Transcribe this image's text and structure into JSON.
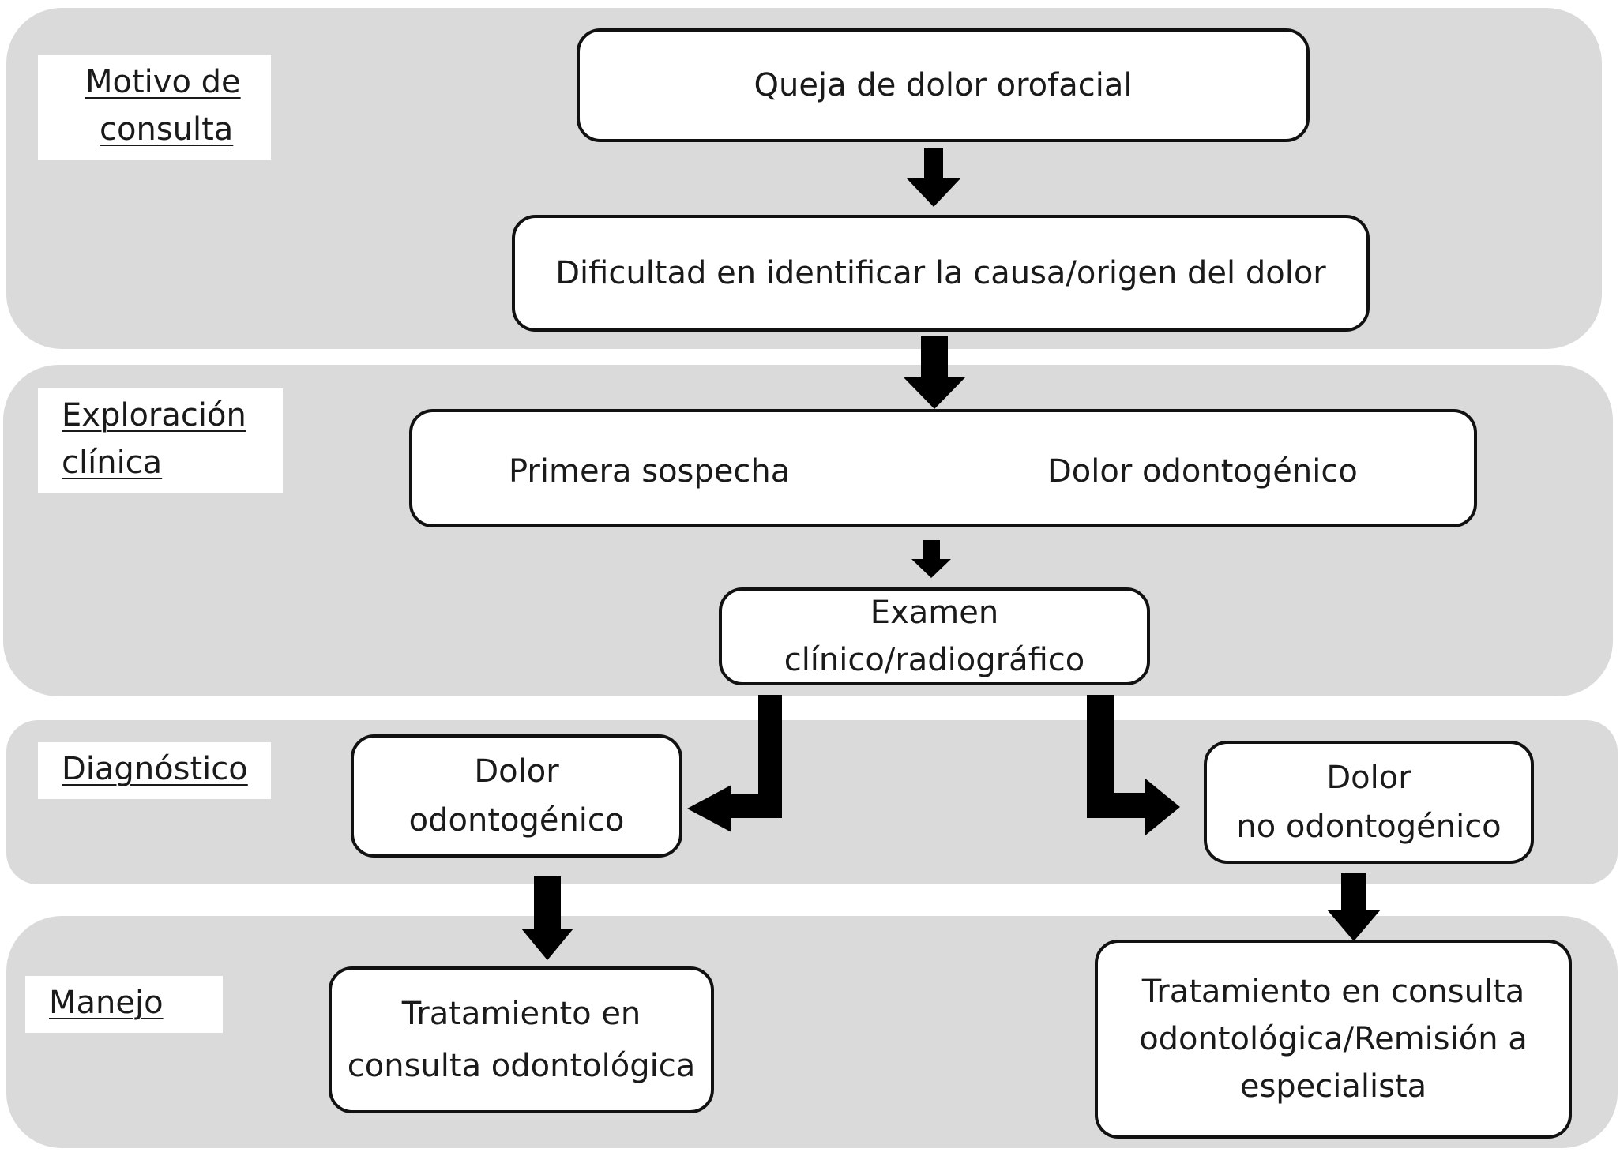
{
  "stages": {
    "motivo": {
      "line1": "Motivo de",
      "line2": "consulta"
    },
    "exploracion": {
      "line1": "Exploración",
      "line2": "clínica"
    },
    "diagnostico": {
      "line1": "Diagnóstico"
    },
    "manejo": {
      "line1": "Manejo"
    }
  },
  "nodes": {
    "queja": {
      "line1": "Queja de dolor orofacial"
    },
    "dificultad": {
      "line1": "Dificultad en identificar la causa/origen del dolor"
    },
    "primera_sospecha": "Primera sospecha",
    "dolor_odontogenico_sospecha": "Dolor odontogénico",
    "examen": {
      "line1": "Examen",
      "line2": "clínico/radiográfico"
    },
    "dx_odontogenico": {
      "line1": "Dolor",
      "line2": "odontogénico"
    },
    "dx_no_odontogenico": {
      "line1": "Dolor",
      "line2": "no odontogénico"
    },
    "manejo_odontogenico": {
      "line1": "Tratamiento en",
      "line2": "consulta odontológica"
    },
    "manejo_no_odontogenico": {
      "line1": "Tratamiento en consulta",
      "line2": "odontológica/Remisión a",
      "line3": "especialista"
    }
  },
  "colors": {
    "band": "#dadada",
    "arrow": "#000000",
    "box_border": "#111111"
  }
}
